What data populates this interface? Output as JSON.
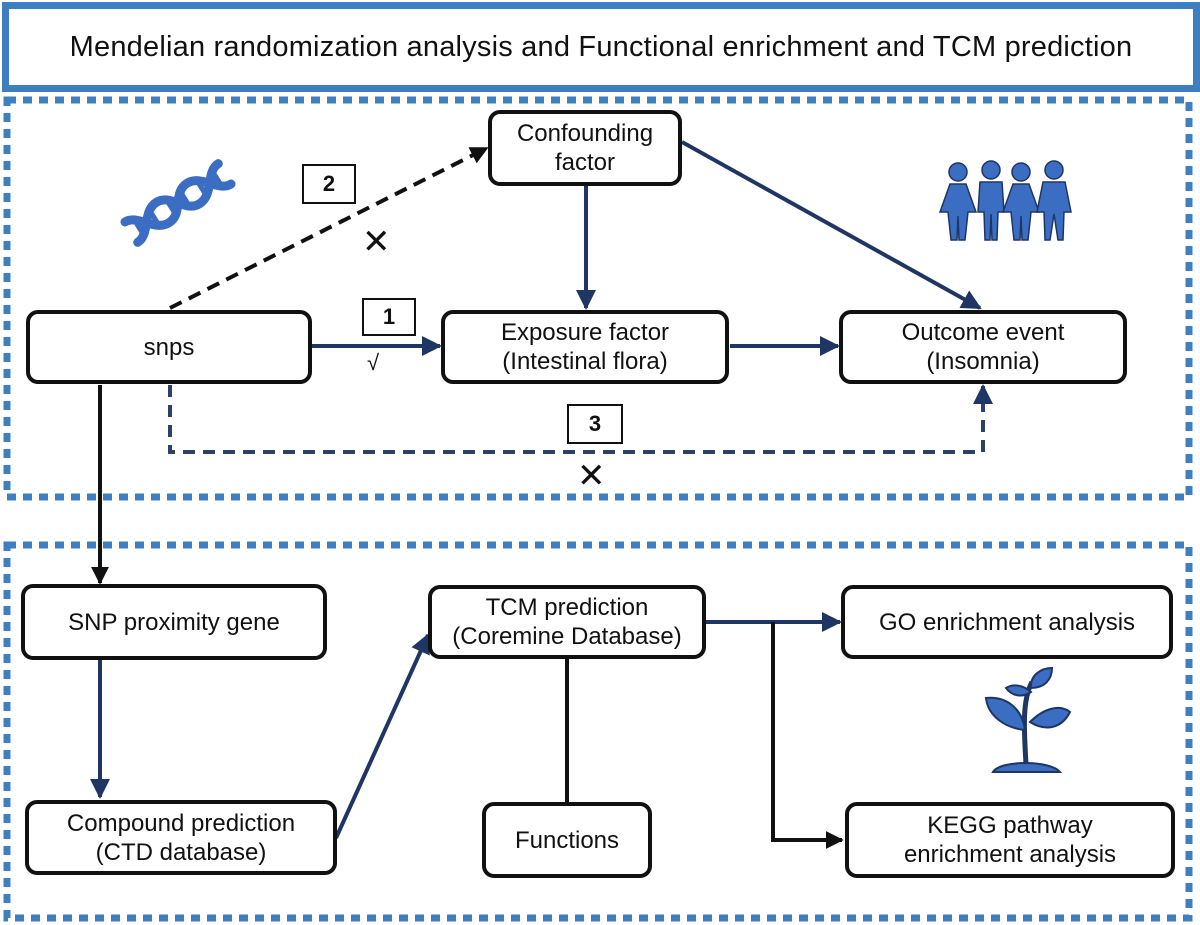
{
  "title": "Mendelian randomization analysis and Functional enrichment and TCM prediction",
  "colors": {
    "accent_blue": "#3d7fc1",
    "arrow_navy": "#1f3564",
    "dash_navy": "#2d4068",
    "black": "#111111",
    "icon_blue": "#3b6ec2"
  },
  "nodes": {
    "confounding": {
      "line1": "Confounding",
      "line2": "factor"
    },
    "snps": {
      "label": "snps"
    },
    "exposure": {
      "line1": "Exposure factor",
      "line2": "(Intestinal flora)"
    },
    "outcome": {
      "line1": "Outcome event",
      "line2": "(Insomnia)"
    },
    "snp_gene": {
      "label": "SNP proximity gene"
    },
    "tcm": {
      "line1": "TCM prediction",
      "line2": "(Coremine Database)"
    },
    "go": {
      "label": "GO enrichment analysis"
    },
    "compound": {
      "line1": "Compound prediction",
      "line2": "(CTD database)"
    },
    "functions": {
      "label": "Functions"
    },
    "kegg": {
      "line1": "KEGG pathway",
      "line2": "enrichment analysis"
    }
  },
  "markers": {
    "n1": "1",
    "n2": "2",
    "n3": "3",
    "check": "√",
    "cross": "✕"
  },
  "icons": {
    "dna": "dna-icon",
    "people": "people-icon",
    "plant": "plant-icon"
  }
}
